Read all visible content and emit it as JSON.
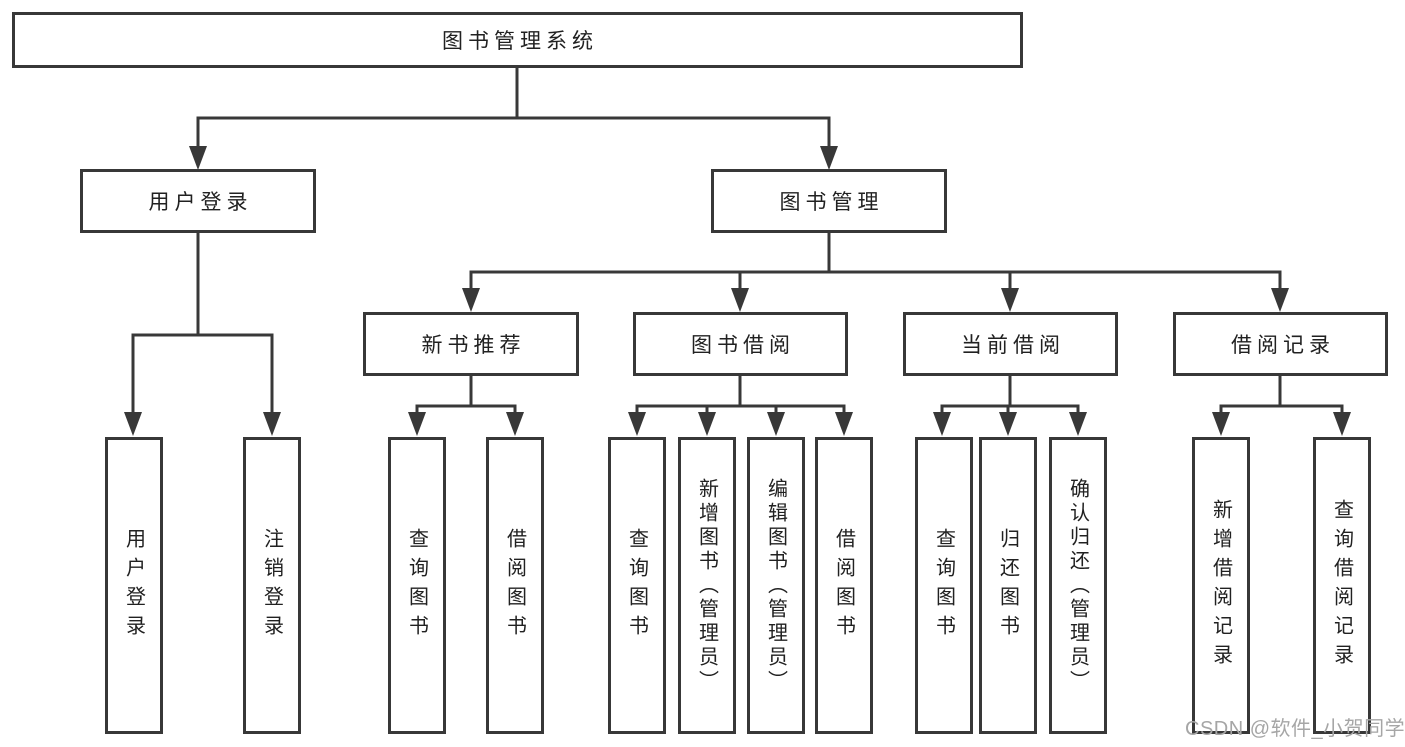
{
  "diagram": {
    "title": "图书管理系统",
    "type": "functional-structure-tree",
    "colors": {
      "line": "#383838",
      "text": "#212121",
      "background": "#ffffff",
      "watermark": "#a6a6a6"
    },
    "nodes": {
      "root": {
        "label": "图书管理系统"
      },
      "level2": [
        {
          "label": "用户登录"
        },
        {
          "label": "图书管理"
        }
      ],
      "level3": [
        {
          "label": "新书推荐",
          "parent": "图书管理"
        },
        {
          "label": "图书借阅",
          "parent": "图书管理"
        },
        {
          "label": "当前借阅",
          "parent": "图书管理"
        },
        {
          "label": "借阅记录",
          "parent": "图书管理"
        }
      ],
      "leaves": [
        {
          "label": "用户登录",
          "parent": "用户登录"
        },
        {
          "label": "注销登录",
          "parent": "用户登录"
        },
        {
          "label": "查询图书",
          "parent": "新书推荐"
        },
        {
          "label": "借阅图书",
          "parent": "新书推荐"
        },
        {
          "label": "查询图书",
          "parent": "图书借阅"
        },
        {
          "label": "新增图书（管理员）",
          "parent": "图书借阅"
        },
        {
          "label": "编辑图书（管理员）",
          "parent": "图书借阅"
        },
        {
          "label": "借阅图书",
          "parent": "图书借阅"
        },
        {
          "label": "查询图书",
          "parent": "当前借阅"
        },
        {
          "label": "归还图书",
          "parent": "当前借阅"
        },
        {
          "label": "确认归还（管理员）",
          "parent": "当前借阅"
        },
        {
          "label": "新增借阅记录",
          "parent": "借阅记录"
        },
        {
          "label": "查询借阅记录",
          "parent": "借阅记录"
        }
      ]
    },
    "watermark": "CSDN @软件_小贺同学"
  }
}
